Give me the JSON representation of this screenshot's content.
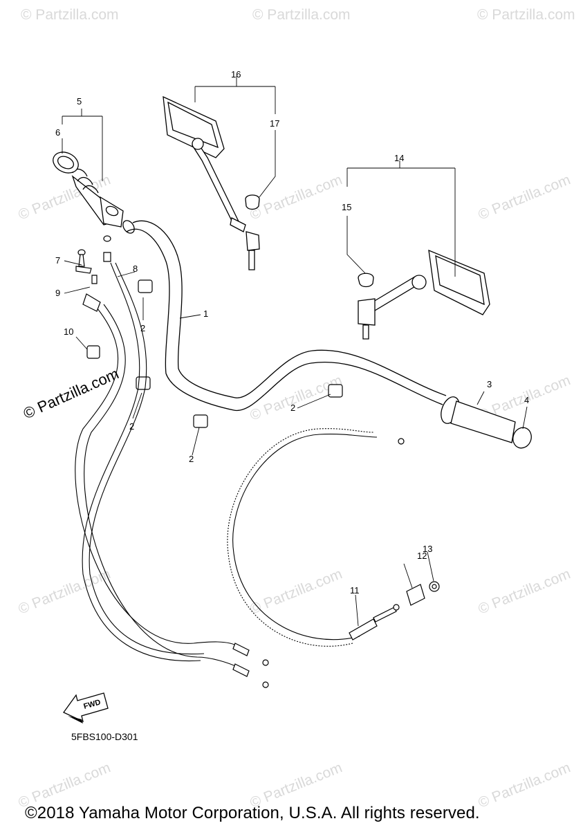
{
  "callouts": {
    "c1": "1",
    "c2a": "2",
    "c2b": "2",
    "c2c": "2",
    "c2d": "2",
    "c3": "3",
    "c4": "4",
    "c5": "5",
    "c6": "6",
    "c7": "7",
    "c8": "8",
    "c9": "9",
    "c10": "10",
    "c11": "11",
    "c12": "12",
    "c13": "13",
    "c14": "14",
    "c15": "15",
    "c16": "16",
    "c17": "17"
  },
  "watermark": {
    "faded": "© Partzilla.com",
    "strong": "© Partzilla.com"
  },
  "fwd_label": "FWD",
  "diagram_code": "5FBS100-D301",
  "copyright": "©2018 Yamaha Motor Corporation, U.S.A. All rights reserved."
}
